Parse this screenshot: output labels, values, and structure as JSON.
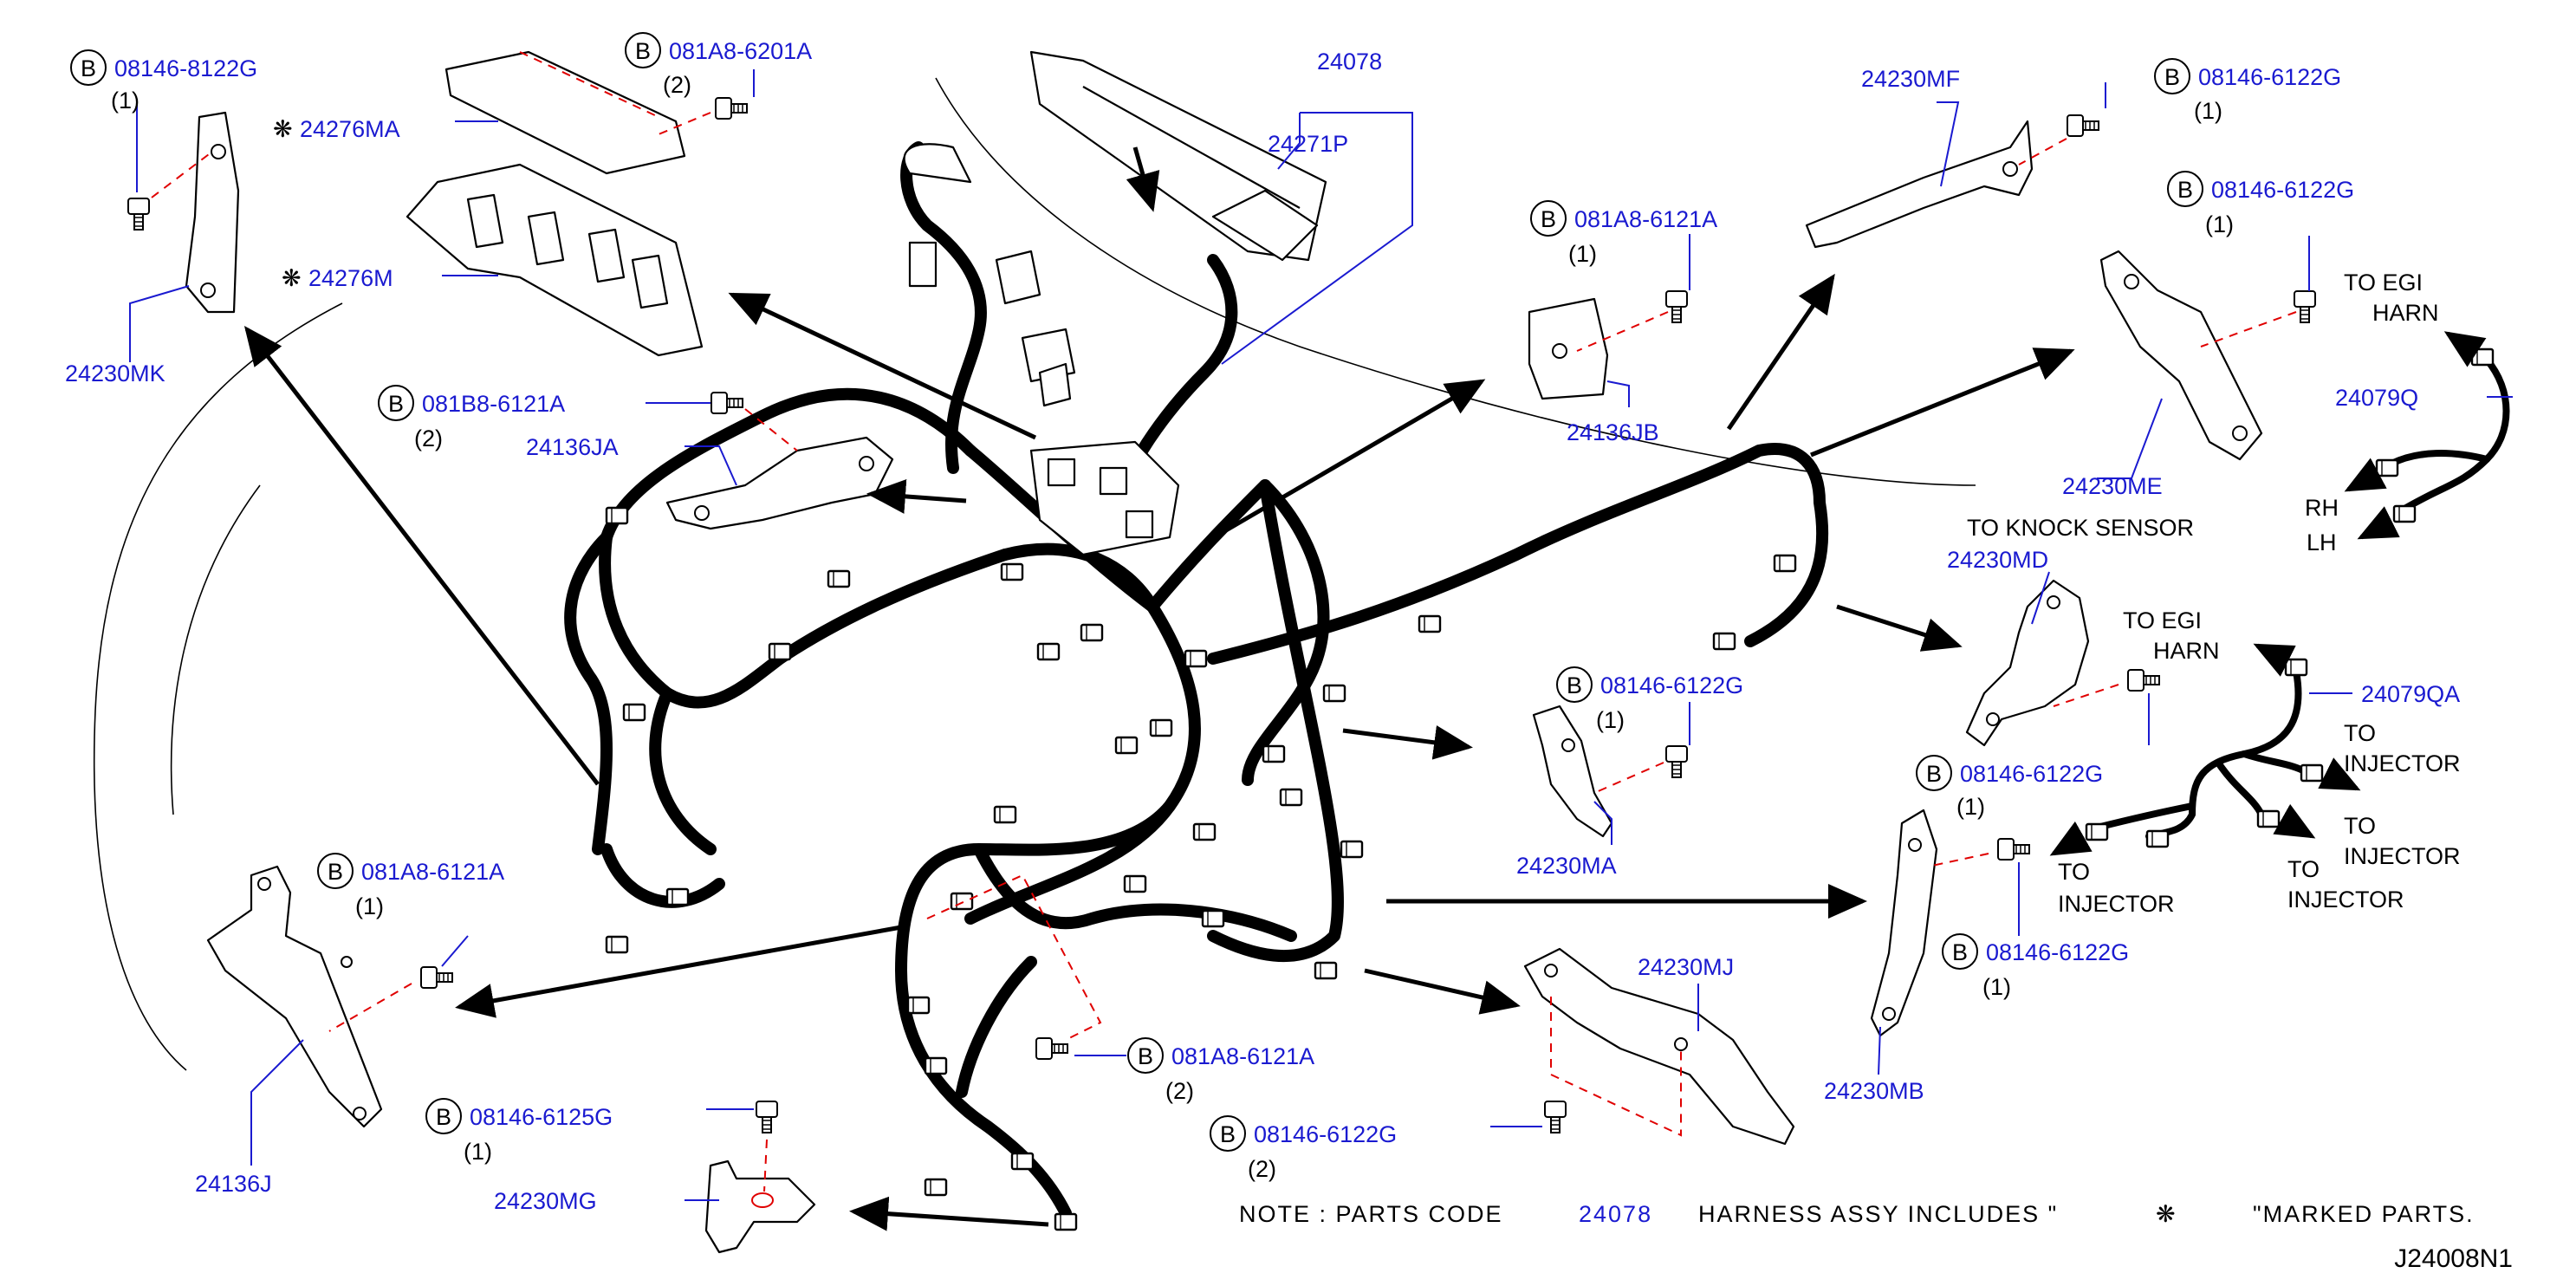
{
  "colors": {
    "part_number": "#1a1ad0",
    "text": "#000000",
    "guide_dash": "#e00000",
    "background": "#ffffff"
  },
  "icons": {
    "b_badge": "circled-letter-b",
    "marked_part": "asterisk-snowflake-mark",
    "arrow": "bold-arrow"
  },
  "badge_letter": "B",
  "mark_glyph": "❋",
  "labels": {
    "b08146_8122G": "08146-8122G",
    "q_mk": "(1)",
    "p24276MA": "24276MA",
    "p24276M": "24276M",
    "p24230MK": "24230MK",
    "b081A8_6201A": "081A8-6201A",
    "q_6201A": "(2)",
    "p24078": "24078",
    "p24271P": "24271P",
    "b081B8_6121A": "081B8-6121A",
    "q_081B8": "(2)",
    "p24136JA": "24136JA",
    "b081A8_6121A_jb": "081A8-6121A",
    "q_jb": "(1)",
    "p24136JB": "24136JB",
    "p24230MF": "24230MF",
    "b08146_6122G_mf": "08146-6122G",
    "q_mf": "(1)",
    "b08146_6122G_me": "08146-6122G",
    "q_me": "(1)",
    "to_egi_1a": "TO  EGI",
    "to_egi_1b": "HARN",
    "p24079Q": "24079Q",
    "p24230ME": "24230ME",
    "rh": "RH",
    "lh": "LH",
    "to_knock": "TO  KNOCK  SENSOR",
    "p24230MD": "24230MD",
    "to_egi_2a": "TO  EGI",
    "to_egi_2b": "HARN",
    "b08146_6122G_ma": "08146-6122G",
    "q_ma": "(1)",
    "p24230MA": "24230MA",
    "p24079QA": "24079QA",
    "to_inj_1a": "TO",
    "to_inj_1b": "INJECTOR",
    "to_inj_2a": "TO",
    "to_inj_2b": "INJECTOR",
    "to_inj_3a": "TO",
    "to_inj_3b": "INJECTOR",
    "to_inj_4a": "TO",
    "to_inj_4b": "INJECTOR",
    "b08146_6122G_mb1": "08146-6122G",
    "q_mb1": "(1)",
    "b08146_6122G_mb2": "08146-6122G",
    "q_mb2": "(1)",
    "p24230MB": "24230MB",
    "b081A8_6121A_j": "081A8-6121A",
    "q_j": "(1)",
    "p24136J": "24136J",
    "p24230MJ": "24230MJ",
    "b081A8_6121A_mid": "081A8-6121A",
    "q_mid": "(2)",
    "b08146_6125G": "08146-6125G",
    "q_6125G": "(1)",
    "p24230MG": "24230MG",
    "b08146_6122G_bot": "08146-6122G",
    "q_bot": "(2)"
  },
  "note": {
    "prefix": "NOTE  :  PARTS  CODE",
    "code": "24078",
    "middle": "HARNESS  ASSY      INCLUDES  \"",
    "suffix": "\"MARKED  PARTS."
  },
  "diagram_id": "J24008N1"
}
